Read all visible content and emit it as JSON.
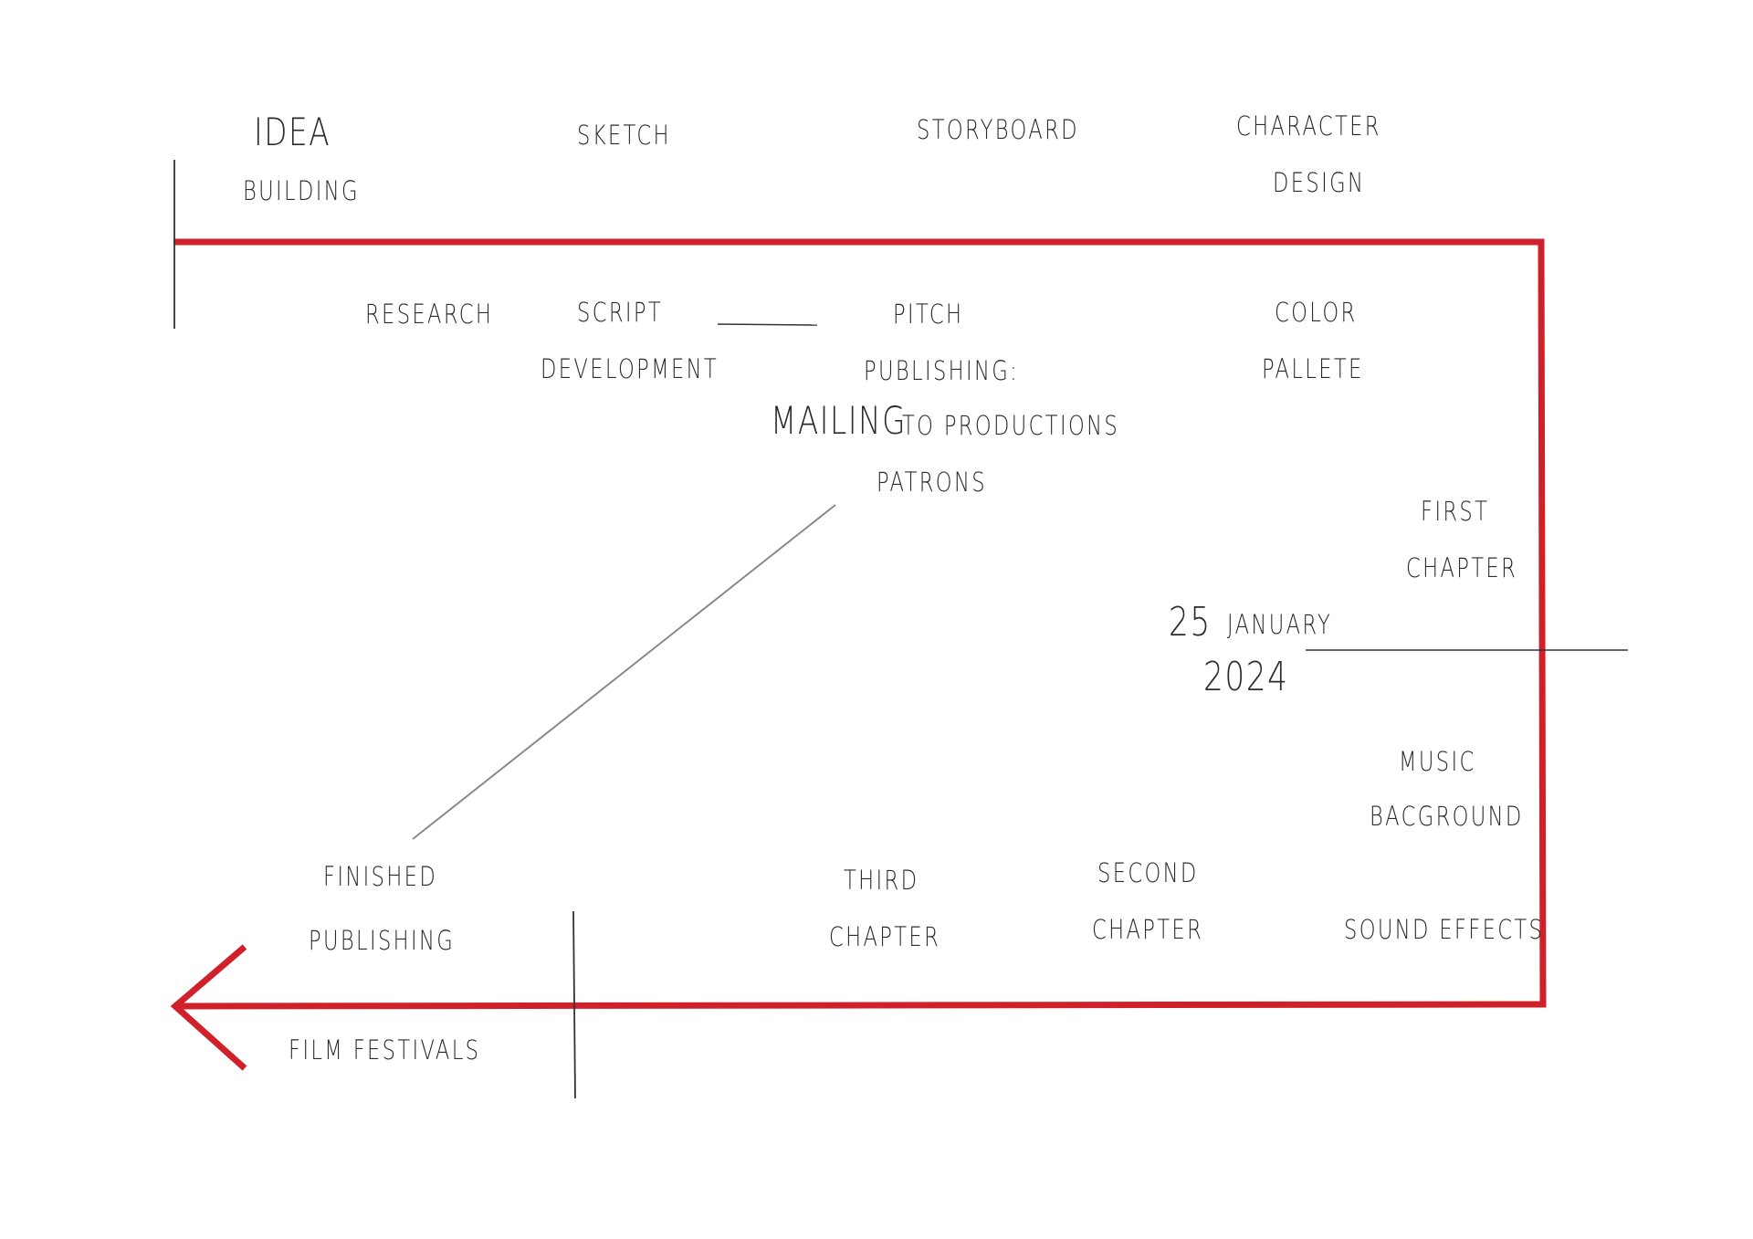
{
  "colors": {
    "timeline": "#d0202a",
    "connector": "#8a8a8a",
    "marker": "#333333",
    "text": "#2b2b2b"
  },
  "labels": {
    "idea": "IDEA",
    "building": "BUILDING",
    "sketch": "SKETCH",
    "storyboard": "STORYBOARD",
    "character": "CHARACTER",
    "design": "DESIGN",
    "research": "RESEARCH",
    "script": "SCRIPT",
    "development": "DEVELOPMENT",
    "pitch": "PITCH",
    "publishing_colon": "PUBLISHING:",
    "mailing": "MAILING",
    "to_productions": "TO PRODUCTIONS",
    "patrons": "PATRONS",
    "color": "COLOR",
    "pallete": "PALLETE",
    "first": "FIRST",
    "first_chapter": "CHAPTER",
    "date_day": "25",
    "date_month": "JANUARY",
    "date_year": "2024",
    "music": "MUSIC",
    "bacground": "BACGROUND",
    "sound_effects": "SOUND EFFECTS",
    "second": "SECOND",
    "second_chapter": "CHAPTER",
    "third": "THIRD",
    "third_chapter": "CHAPTER",
    "finished": "FINISHED",
    "publishing": "PUBLISHING",
    "film_festivals": "FILM FESTIVALS"
  }
}
